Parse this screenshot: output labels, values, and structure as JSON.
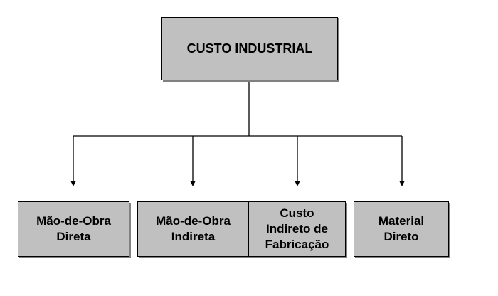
{
  "root": {
    "label": "CUSTO INDUSTRIAL"
  },
  "children": [
    {
      "label": "Mão-de-Obra\nDireta"
    },
    {
      "label": "Mão-de-Obra\nIndireta"
    },
    {
      "label": "Custo\nIndireto de\nFabricação"
    },
    {
      "label": "Material\nDireto"
    }
  ],
  "colors": {
    "box_fill": "#c0c0c0",
    "box_border": "#000000",
    "connector": "#000000"
  }
}
